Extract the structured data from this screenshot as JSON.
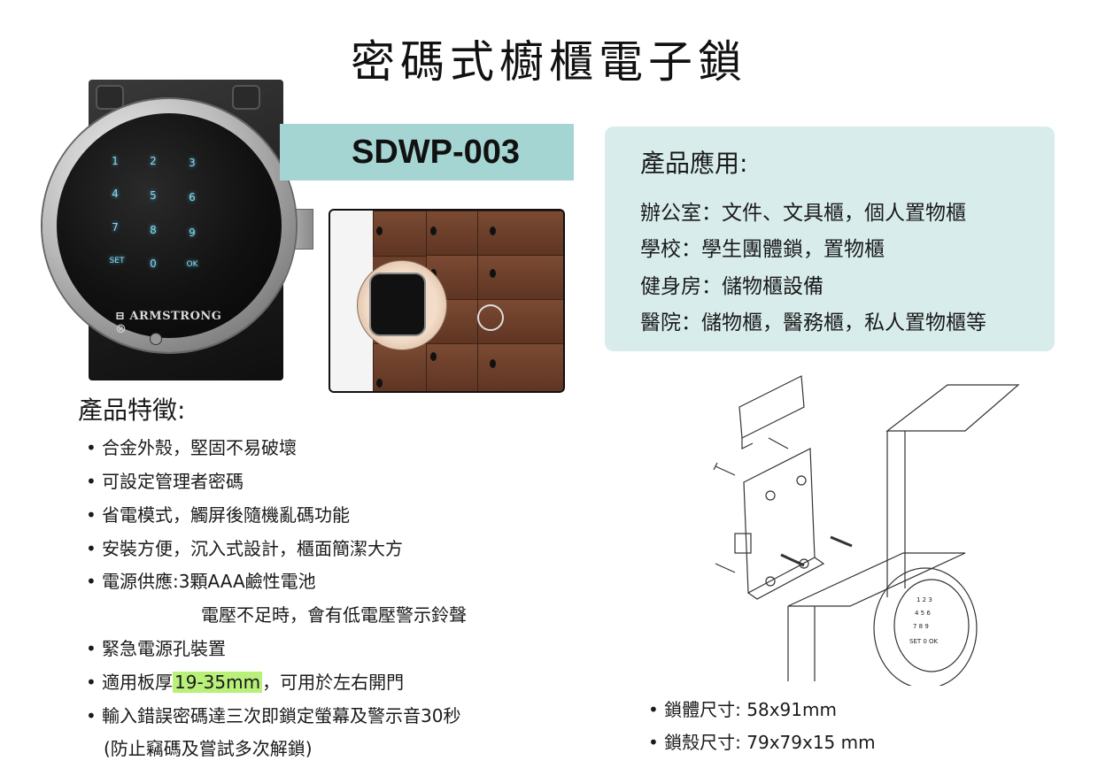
{
  "title": "密碼式櫥櫃電子鎖",
  "model": "SDWP-003",
  "lock": {
    "keys": [
      "1",
      "2",
      "3",
      "4",
      "5",
      "6",
      "7",
      "8",
      "9",
      "SET",
      "0",
      "OK"
    ],
    "brand": "ARMSTRONG"
  },
  "applications": {
    "heading": "產品應用:",
    "items": [
      "辦公室：文件、文具櫃，個人置物櫃",
      "學校：學生團體鎖，置物櫃",
      "健身房：儲物櫃設備",
      "醫院：儲物櫃，醫務櫃，私人置物櫃等"
    ]
  },
  "features": {
    "heading": "產品特徵:",
    "bullet": "•",
    "items": [
      "合金外殼，堅固不易破壞",
      "可設定管理者密碼",
      "省電模式，觸屏後隨機亂碼功能",
      "安裝方便，沉入式設計，櫃面簡潔大方",
      "電源供應:3顆AAA鹼性電池"
    ],
    "power_note": "電壓不足時，會有低電壓警示鈴聲",
    "emergency": "緊急電源孔裝置",
    "thickness_prefix": "適用板厚",
    "thickness_value": "19-35mm",
    "thickness_suffix": "，可用於左右開門",
    "wrong_code": "輸入錯誤密碼達三次即鎖定螢幕及警示音30秒",
    "wrong_code_note": "(防止竊碼及嘗試多次解鎖)"
  },
  "specs": {
    "bullet": "•",
    "items": [
      "鎖體尺寸: 58x91mm",
      "鎖殼尺寸: 79x79x15 mm"
    ]
  },
  "colors": {
    "banner": "#a5d5d2",
    "app_box": "#d8ecec",
    "highlight": "#b8f07a",
    "key_glow": "#8fd6ee"
  }
}
